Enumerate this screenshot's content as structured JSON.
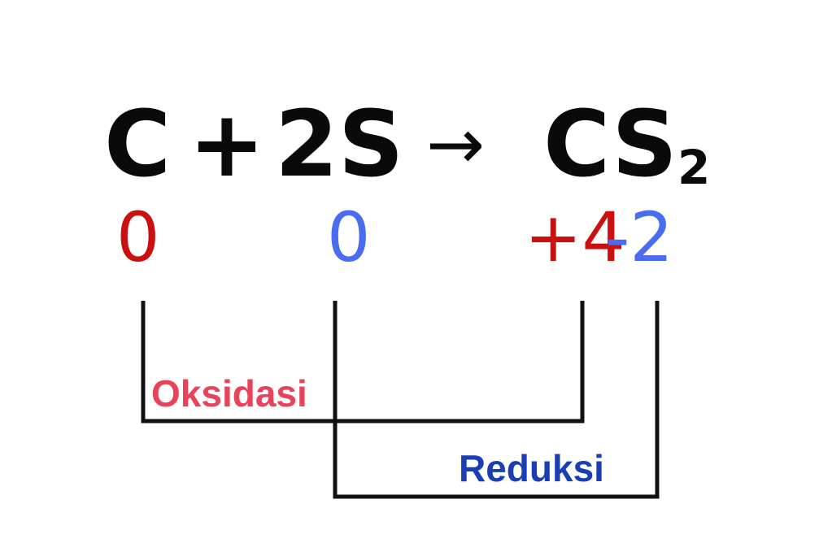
{
  "equation": {
    "reactant1": "C",
    "plus": "+",
    "reactant2": "2S",
    "arrow": "→",
    "product_base": "CS",
    "product_subscript": "2"
  },
  "oxidation_numbers": {
    "c_reactant": "0",
    "s_reactant": "0",
    "c_product": "+4",
    "s_product": "-2"
  },
  "labels": {
    "oxidation": "Oksidasi",
    "reduction": "Reduksi"
  },
  "colors": {
    "text": "#0a0a0a",
    "oxidation_number_red": "#cc1010",
    "oxidation_number_blue": "#4a6cf0",
    "oxidation_label": "#e8435a",
    "reduction_label": "#1a3fb4",
    "bracket": "#111111"
  }
}
